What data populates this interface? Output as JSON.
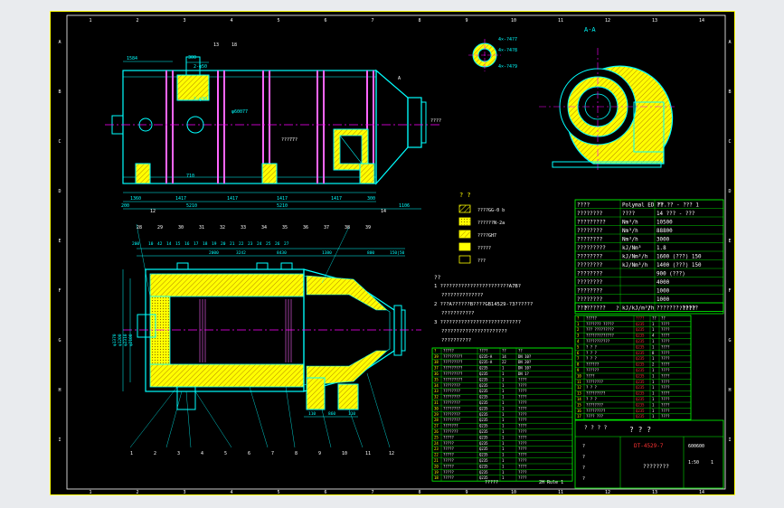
{
  "colors": {
    "background": "#000000",
    "viewer_bg": "#e9ebee",
    "frame": "#ffff00",
    "outline": "#00ffff",
    "fill": "#ffff00",
    "hatch": "#ff66ff",
    "centerline": "#ff00ff",
    "dimension": "#00ffff",
    "text_white": "#ffffff",
    "text_yellow": "#ffff00",
    "text_green": "#00ff00",
    "text_red": "#ff3333",
    "table_lines": "#00ff00"
  },
  "border": {
    "top_numbers": [
      "1",
      "2",
      "3",
      "4",
      "5",
      "6",
      "7",
      "8",
      "9",
      "10",
      "11",
      "12",
      "13",
      "14"
    ],
    "side_letters": [
      "A",
      "B",
      "C",
      "D",
      "E",
      "F",
      "G",
      "H",
      "I"
    ]
  },
  "top_view": {
    "dims": [
      "1584",
      "300",
      "2-φ50",
      "2-φ30",
      "φ60077",
      "710",
      "1360",
      "1417",
      "1417",
      "1417",
      "1417",
      "200",
      "1106",
      "5210",
      "5210",
      "300"
    ],
    "callouts": [
      "13",
      "18",
      "12",
      "14",
      "A"
    ],
    "mark": "A",
    "labels": [
      "????",
      "???77?"
    ]
  },
  "section_view": {
    "title": "A-A",
    "label": "?????"
  },
  "nozzle_detail": {
    "labels": [
      "4×-?4?7",
      "4×-?4?8",
      "4×-?4?9"
    ]
  },
  "front_view": {
    "top_dims": [
      "200",
      "10",
      "42",
      "14",
      "15",
      "16",
      "17",
      "18",
      "19",
      "20",
      "21",
      "22",
      "23",
      "24",
      "25",
      "26",
      "27",
      "2000",
      "3242",
      "1380",
      "800",
      "150|50",
      "8430"
    ],
    "side_dims": [
      "φ1370",
      "φ1200",
      "φ2310",
      "φ2100"
    ],
    "bottom_dims": [
      "110",
      "860",
      "110"
    ],
    "callouts": [
      "1",
      "2",
      "3",
      "4",
      "5",
      "6",
      "7",
      "8",
      "9",
      "10",
      "11",
      "12",
      "28",
      "29",
      "30",
      "31",
      "32",
      "33",
      "34",
      "35",
      "36",
      "37",
      "38",
      "39"
    ]
  },
  "legend": {
    "header": "? ?",
    "items": [
      {
        "pattern": "slash",
        "label": "????GG-0 b"
      },
      {
        "pattern": "dots",
        "label": "??????N-2a"
      },
      {
        "pattern": "cross",
        "label": "????GH7"
      },
      {
        "pattern": "dense",
        "label": "?????"
      },
      {
        "pattern": "empty",
        "label": "???"
      }
    ]
  },
  "notes": {
    "header": "??",
    "items": [
      "1 ???????????????????????A7B?",
      "??????????????",
      "2 ???A??????B????GB14529-?3??????",
      "???????????",
      "3 ???????????????????????????",
      "??????????????????????",
      "??????????"
    ]
  },
  "spec_table": {
    "header": [
      "????",
      "Polymal ED ??.?? - ??? 1",
      "??"
    ],
    "rows": [
      [
        "????????",
        "????",
        "14 ??? - ???"
      ],
      [
        "?????????",
        "Nm³/h",
        "10500"
      ],
      [
        "????????",
        "Nm³/h",
        "88800"
      ],
      [
        "????????",
        "Nm³/h",
        "3000"
      ],
      [
        "?????????",
        "kJ/Nm³",
        "1.8"
      ],
      [
        "????????",
        "kJ/Nm³/h",
        "1600 (???) 150"
      ],
      [
        "????????",
        "kJ/Nm³/h",
        "1400 (???) 150"
      ],
      [
        "????????",
        "",
        "900 (???)"
      ],
      [
        "????????",
        "",
        "4000"
      ],
      [
        "????????",
        "",
        "1000"
      ],
      [
        "????????",
        "",
        "1000"
      ],
      [
        "?????????",
        "kJ/kJ/m³/h",
        "??????? ?????"
      ]
    ],
    "footer": [
      "?",
      "?",
      "?",
      "?????"
    ]
  },
  "parts_right": {
    "header": [
      "?",
      "?????",
      "????",
      "??",
      "??"
    ],
    "rows": [
      [
        "1",
        "??????? ?????",
        "Q235",
        "1",
        "????"
      ],
      [
        "2",
        "??? ?????????",
        "Q235",
        "1",
        "????"
      ],
      [
        "3",
        "?????????????",
        "Q235",
        "4",
        "????"
      ],
      [
        "4",
        "???????????",
        "Q235",
        "1",
        "????"
      ],
      [
        "5",
        "? ? ?",
        "Q235",
        "1",
        "????"
      ],
      [
        "6",
        "? ? ?",
        "Q235",
        "8",
        "????"
      ],
      [
        "7",
        "? ? ?",
        "Q235",
        "1",
        "????"
      ],
      [
        "8",
        "??????",
        "Q235",
        "2",
        "????"
      ],
      [
        "9",
        "??????",
        "Q235",
        "1",
        "????"
      ],
      [
        "10",
        "????",
        "Q235",
        "1",
        "????"
      ],
      [
        "11",
        "????????",
        "Q235",
        "1",
        "????"
      ],
      [
        "12",
        "? ? ?",
        "Q235",
        "1",
        "????"
      ],
      [
        "13",
        "?????????",
        "Q235",
        "1",
        "????"
      ],
      [
        "14",
        "? ? ?",
        "Q235",
        "1",
        "????"
      ],
      [
        "15",
        "????????",
        "Q235",
        "1",
        "????"
      ],
      [
        "16",
        "?????????",
        "Q235",
        "1",
        "????"
      ],
      [
        "17",
        "???? ???",
        "Q235",
        "1",
        "????"
      ]
    ],
    "footer": "? ? ? ?"
  },
  "parts_left": {
    "header": [
      "?",
      "?????",
      "????",
      "??",
      "??"
    ],
    "rows": [
      [
        "39",
        "?????????",
        "Q235-A",
        "14",
        "DN 10?"
      ],
      [
        "38",
        "?????????",
        "Q235-A",
        "22",
        "DN 20?"
      ],
      [
        "37",
        "?????????",
        "Q235",
        "1",
        "DN 10?"
      ],
      [
        "36",
        "?????????",
        "Q235",
        "1",
        "DN 1?"
      ],
      [
        "35",
        "?????????",
        "Q235",
        "1",
        "????"
      ],
      [
        "34",
        "????????",
        "Q235",
        "1",
        "????"
      ],
      [
        "33",
        "????????",
        "Q235",
        "1",
        "????"
      ],
      [
        "32",
        "????????",
        "Q235",
        "1",
        "????"
      ],
      [
        "31",
        "????????",
        "Q235",
        "1",
        "????"
      ],
      [
        "30",
        "????????",
        "Q235",
        "1",
        "????"
      ],
      [
        "29",
        "????????",
        "Q235",
        "1",
        "????"
      ],
      [
        "28",
        "????????",
        "Q235",
        "1",
        "????"
      ],
      [
        "27",
        "???????",
        "Q235",
        "1",
        "????"
      ],
      [
        "26",
        "???????",
        "Q235",
        "1",
        "????"
      ],
      [
        "25",
        "?????",
        "Q235",
        "1",
        "????"
      ],
      [
        "24",
        "?????",
        "Q235",
        "1",
        "????"
      ],
      [
        "23",
        "?????",
        "Q235",
        "1",
        "????"
      ],
      [
        "22",
        "?????",
        "Q235",
        "1",
        "????"
      ],
      [
        "21",
        "?????",
        "Q235",
        "1",
        "????"
      ],
      [
        "20",
        "?????",
        "Q235",
        "1",
        "????"
      ],
      [
        "19",
        "?????",
        "Q235",
        "1",
        "????"
      ],
      [
        "18",
        "?????",
        "Q235",
        "1",
        "????"
      ]
    ],
    "footer": [
      "?????",
      "2H Rule 1"
    ]
  },
  "title_block": {
    "title": "? ? ?",
    "drawing_no": "DT-4529-7",
    "name": "????????",
    "scale": "1:50",
    "sheet": "1",
    "code": "600600",
    "rows": [
      "?",
      "?",
      "?",
      "?"
    ]
  }
}
